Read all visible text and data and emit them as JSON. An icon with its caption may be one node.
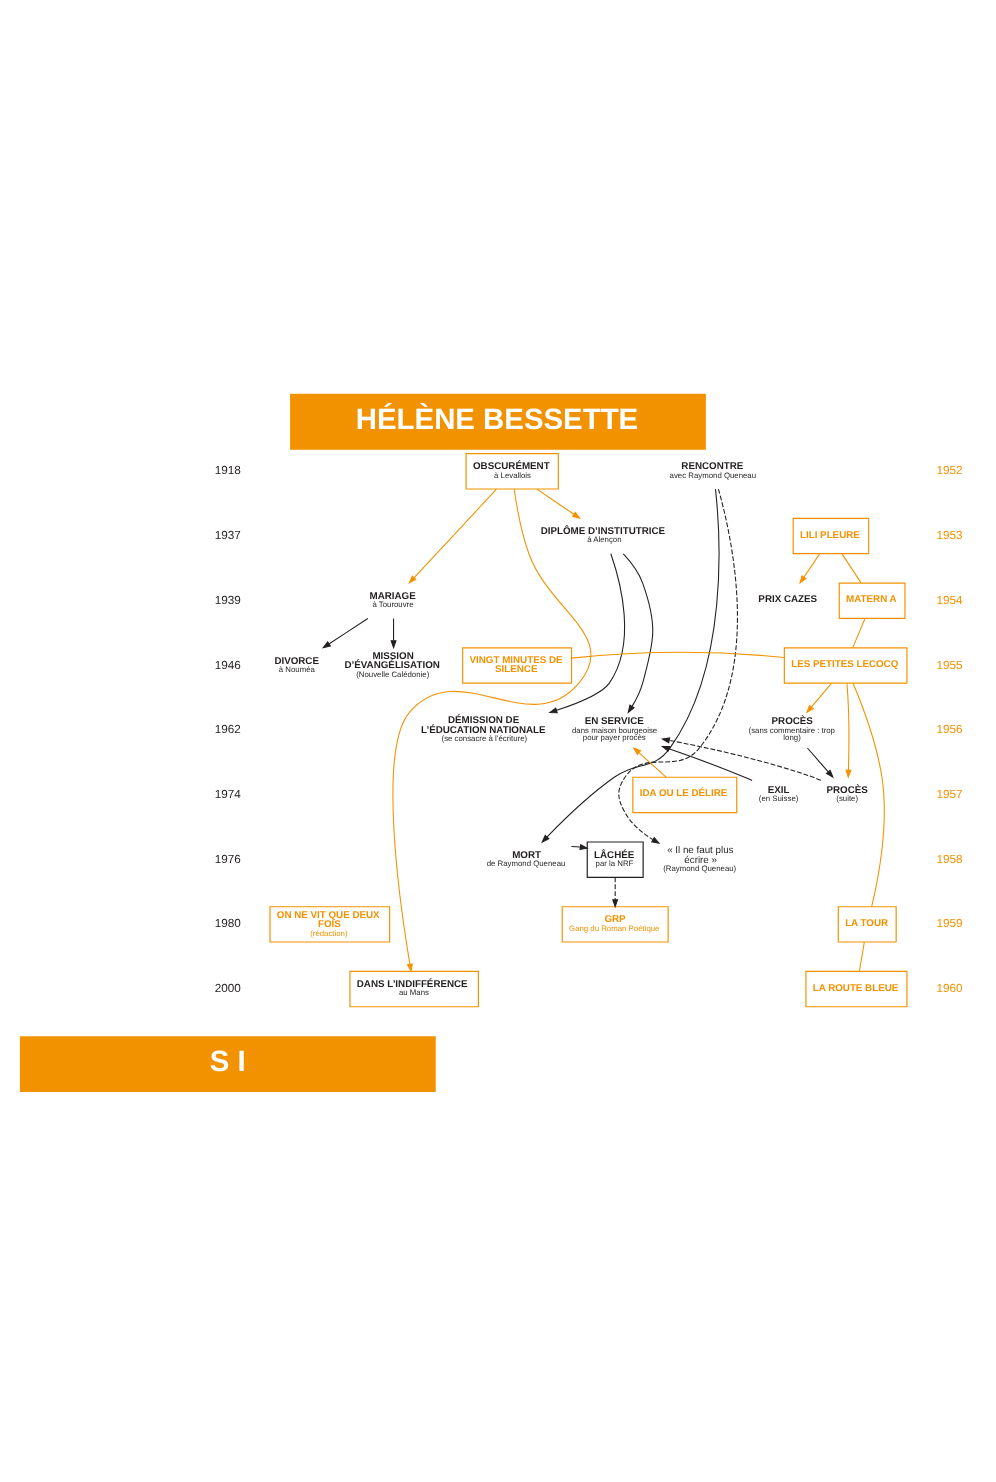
{
  "diagram": {
    "title": "HÉLÈNE BESSETTE",
    "caption": "S I",
    "nodes": [
      {
        "text": [
          "OBSCURÉMENT",
          "à Levallois"
        ]
      },
      {
        "text": [
          "RENCONTRE",
          "avec Raymond Queneau"
        ]
      },
      {
        "text": [
          "DIPLÔME D’INSTITUTRICE",
          "à Alençon"
        ]
      },
      {
        "text": [
          "LILI PLEURE"
        ]
      },
      {
        "text": [
          "MARIAGE",
          "à Tourouvre"
        ]
      },
      {
        "text": [
          "PRIX CAZES"
        ]
      },
      {
        "text": [
          "MATERN A"
        ]
      },
      {
        "text": [
          "DIVORCE",
          "à Nouméa"
        ]
      },
      {
        "text": [
          "MISSION D’ÉVANGÉLISATION",
          "(Nouvelle Calédonie)"
        ]
      },
      {
        "text": [
          "VINGT MINUTES DE SILENCE"
        ]
      },
      {
        "text": [
          "LES PETITES LECOCQ"
        ]
      },
      {
        "text": [
          "EN SERVICE",
          "dans maison bourgeoise pour payer procès"
        ]
      },
      {
        "text": [
          "DÉMISSION DE L’ÉDUCATION NATIONALE",
          "(se consacre à l’écriture)"
        ]
      },
      {
        "text": [
          "PROCÈS",
          "(sans commentaire : trop long)"
        ]
      },
      {
        "text": [
          "IDA OU LE DÉLIRE"
        ]
      },
      {
        "text": [
          "EXIL",
          "(en Suisse)"
        ]
      },
      {
        "text": [
          "PROCÈS",
          "(suite)"
        ]
      },
      {
        "text": [
          "MORT",
          "de Raymond Queneau"
        ]
      },
      {
        "text": [
          "LÂCHÉE",
          "par la NRF"
        ]
      },
      {
        "text": [
          "« Il ne faut plus écrire »",
          "(Raymond Queneau)"
        ]
      },
      {
        "text": [
          "ON NE VIT QUE DEUX FOIS",
          "(rédaction)"
        ]
      },
      {
        "text": [
          "GRP",
          "Gang du Roman Poétique"
        ]
      },
      {
        "text": [
          "LA TOUR"
        ]
      },
      {
        "text": [
          "DANS L’INDIFFÉRENCE",
          "au Mans"
        ]
      },
      {
        "text": [
          "LA ROUTE BLEUE"
        ]
      }
    ],
    "edges": [
      {
        "from": 0,
        "to": 2,
        "arrow": "to"
      },
      {
        "from": 0,
        "to": 4,
        "arrow": "to"
      },
      {
        "from": 0,
        "to": 23,
        "arrow": "to"
      },
      {
        "from": 4,
        "to": 7,
        "arrow": "to",
        "color": "#231f20"
      },
      {
        "from": 4,
        "to": 8,
        "arrow": "to",
        "color": "#231f20"
      },
      {
        "from": 2,
        "to": 12,
        "arrow": "to",
        "color": "#231f20"
      },
      {
        "from": 2,
        "to": 11,
        "arrow": "to",
        "color": "#231f20"
      },
      {
        "from": 1,
        "to": 17,
        "arrow": "to",
        "color": "#231f20"
      },
      {
        "from": 1,
        "to": 19,
        "arrow": "to",
        "style": "dashed",
        "color": "#231f20"
      },
      {
        "from": 3,
        "to": 5,
        "arrow": "to"
      },
      {
        "from": 3,
        "to": 6,
        "arrow": "none"
      },
      {
        "from": 6,
        "to": 10,
        "arrow": "none"
      },
      {
        "from": 9,
        "to": 10,
        "arrow": "none"
      },
      {
        "from": 10,
        "to": 13,
        "arrow": "to"
      },
      {
        "from": 10,
        "to": 16,
        "arrow": "to"
      },
      {
        "from": 10,
        "to": 22,
        "arrow": "none"
      },
      {
        "from": 22,
        "to": 24,
        "arrow": "none"
      },
      {
        "from": 13,
        "to": 16,
        "arrow": "to",
        "color": "#231f20"
      },
      {
        "from": 16,
        "to": 11,
        "arrow": "to",
        "style": "dashed",
        "color": "#231f20"
      },
      {
        "from": 14,
        "to": 11,
        "arrow": "to"
      },
      {
        "from": 15,
        "to": 11,
        "arrow": "to",
        "color": "#231f20"
      },
      {
        "from": 17,
        "to": 18,
        "arrow": "to",
        "color": "#231f20"
      },
      {
        "from": 18,
        "to": 21,
        "arrow": "to",
        "style": "dashed",
        "color": "#231f20"
      }
    ],
    "labels": [
      "1918",
      "1952",
      "1937",
      "1953",
      "1939",
      "1954",
      "1946",
      "1955",
      "1962",
      "1956",
      "1974",
      "1957",
      "1976",
      "1958",
      "1980",
      "1959",
      "2000",
      "1960"
    ]
  }
}
